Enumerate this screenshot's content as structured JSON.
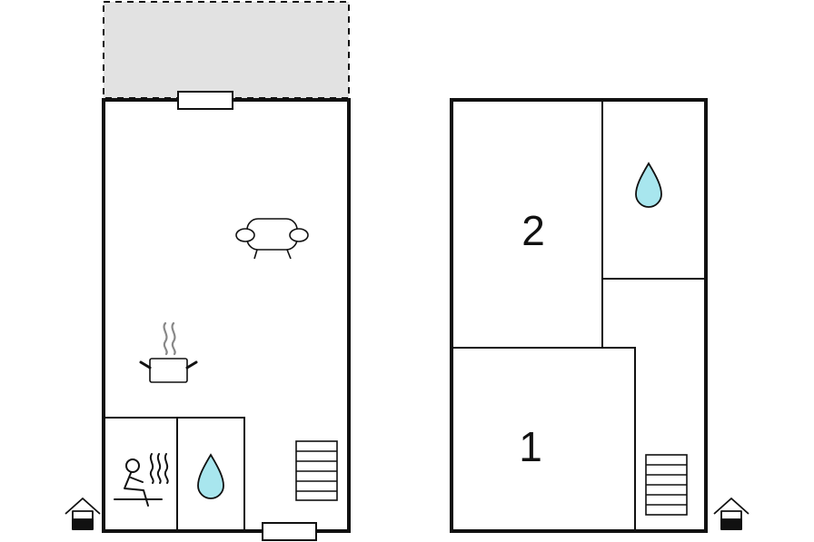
{
  "floors": [
    {
      "rooms": [
        {
          "kind": "terrace"
        },
        {
          "kind": "living-area",
          "icons": [
            "sofa-icon",
            "cooking-pot-icon"
          ]
        },
        {
          "kind": "sauna",
          "icons": [
            "sauna-icon"
          ]
        },
        {
          "kind": "bathroom",
          "icons": [
            "water-drop-icon"
          ]
        }
      ],
      "icons": [
        "staircase-icon",
        "entrance-icon"
      ]
    },
    {
      "rooms": [
        {
          "kind": "bedroom",
          "number": "2"
        },
        {
          "kind": "bathroom",
          "icons": [
            "water-drop-icon"
          ]
        },
        {
          "kind": "bedroom",
          "number": "1"
        },
        {
          "kind": "hallway"
        }
      ],
      "icons": [
        "staircase-icon",
        "entrance-icon"
      ]
    }
  ],
  "colors": {
    "wall": "#111111",
    "terrace_fill": "#e2e2e2",
    "water": "#a8e6ee",
    "steam": "#888888"
  }
}
